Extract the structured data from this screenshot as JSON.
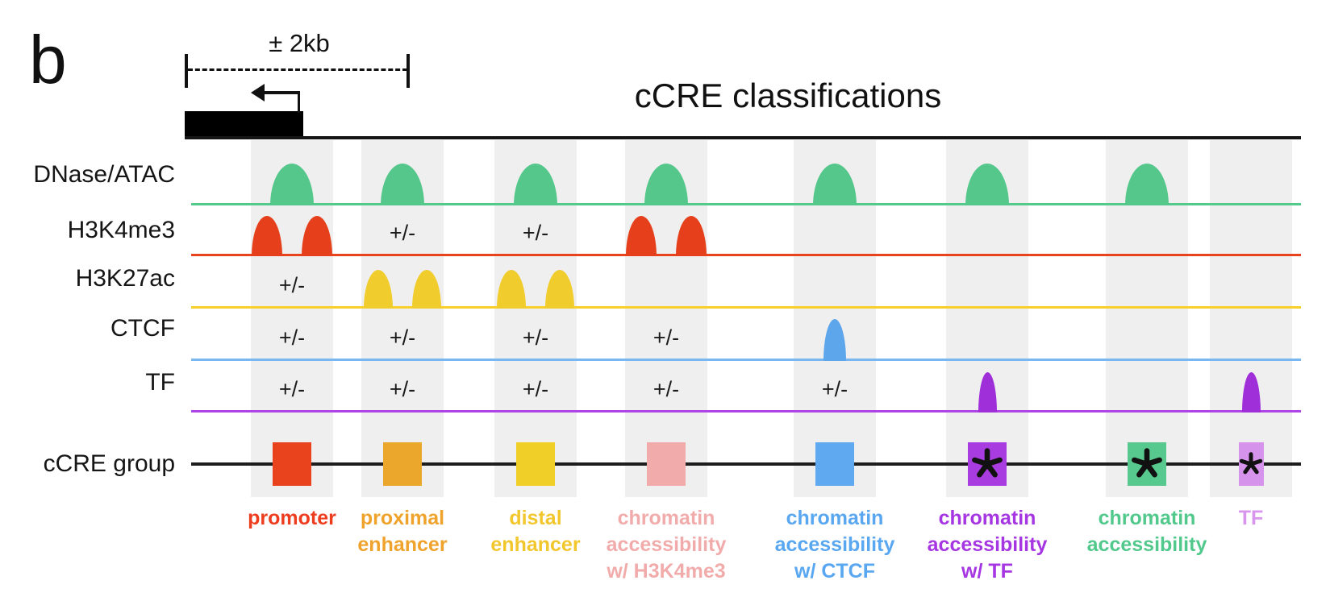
{
  "panel_label": "b",
  "title": "cCRE classifications",
  "scale_label": "± 2kb",
  "ccre_group_label": "cCRE group",
  "plus_minus_symbol": "+/-",
  "band_color": "#efefef",
  "tracks": [
    {
      "id": "dnase",
      "label": "DNase/ATAC",
      "line_color": "#53C98C",
      "peak_color": "#55C78B"
    },
    {
      "id": "h3k4me3",
      "label": "H3K4me3",
      "line_color": "#E8431C",
      "peak_color": "#E5401B"
    },
    {
      "id": "h3k27ac",
      "label": "H3K27ac",
      "line_color": "#F8D02B",
      "peak_color": "#F0CC2C"
    },
    {
      "id": "ctcf",
      "label": "CTCF",
      "line_color": "#79B7F2",
      "peak_color": "#5EA6EC"
    },
    {
      "id": "tf",
      "label": "TF",
      "line_color": "#AE44E4",
      "peak_color": "#9E2FD9"
    }
  ],
  "columns": [
    {
      "group": "promoter",
      "label_lines": [
        "promoter"
      ],
      "label_color": "#EE3C1E",
      "square_color": "#E8431C",
      "star": false,
      "signals": {
        "dnase": "peak",
        "h3k4me3": "double",
        "h3k27ac": "optional",
        "ctcf": "optional",
        "tf": "optional"
      }
    },
    {
      "group": "proximal enhancer",
      "label_lines": [
        "proximal",
        "enhancer"
      ],
      "label_color": "#F0A32C",
      "square_color": "#EAA72B",
      "star": false,
      "signals": {
        "dnase": "peak",
        "h3k4me3": "optional",
        "h3k27ac": "double",
        "ctcf": "optional",
        "tf": "optional"
      }
    },
    {
      "group": "distal enhancer",
      "label_lines": [
        "distal",
        "enhancer"
      ],
      "label_color": "#F2C72E",
      "square_color": "#F0D028",
      "star": false,
      "signals": {
        "dnase": "peak",
        "h3k4me3": "optional",
        "h3k27ac": "double",
        "ctcf": "optional",
        "tf": "optional"
      }
    },
    {
      "group": "chromatin accessibility w/ H3K4me3",
      "label_lines": [
        "chromatin",
        "accessibility",
        "w/ H3K4me3"
      ],
      "label_color": "#F2ABAB",
      "square_color": "#F2ABAB",
      "star": false,
      "signals": {
        "dnase": "peak",
        "h3k4me3": "double",
        "h3k27ac": "none",
        "ctcf": "optional",
        "tf": "optional"
      }
    },
    {
      "group": "chromatin accessibility w/ CTCF",
      "label_lines": [
        "chromatin",
        "accessibility",
        "w/ CTCF"
      ],
      "label_color": "#58A7F0",
      "square_color": "#5FA9F0",
      "star": false,
      "signals": {
        "dnase": "peak",
        "h3k4me3": "none",
        "h3k27ac": "none",
        "ctcf": "peak",
        "tf": "optional"
      }
    },
    {
      "group": "chromatin accessibility w/ TF",
      "label_lines": [
        "chromatin",
        "accessibility",
        "w/ TF"
      ],
      "label_color": "#A635E2",
      "square_color": "#A93CE1",
      "star": true,
      "signals": {
        "dnase": "peak",
        "h3k4me3": "none",
        "h3k27ac": "none",
        "ctcf": "none",
        "tf": "peak"
      }
    },
    {
      "group": "chromatin accessibility",
      "label_lines": [
        "chromatin",
        "accessibility"
      ],
      "label_color": "#52C98C",
      "square_color": "#58C98E",
      "star": true,
      "signals": {
        "dnase": "peak",
        "h3k4me3": "none",
        "h3k27ac": "none",
        "ctcf": "none",
        "tf": "none"
      }
    },
    {
      "group": "TF",
      "label_lines": [
        "TF"
      ],
      "label_color": "#D795ED",
      "square_color": "#D593EB",
      "star": true,
      "narrow_square": true,
      "signals": {
        "dnase": "none",
        "h3k4me3": "none",
        "h3k27ac": "none",
        "ctcf": "none",
        "tf": "peak"
      }
    }
  ]
}
